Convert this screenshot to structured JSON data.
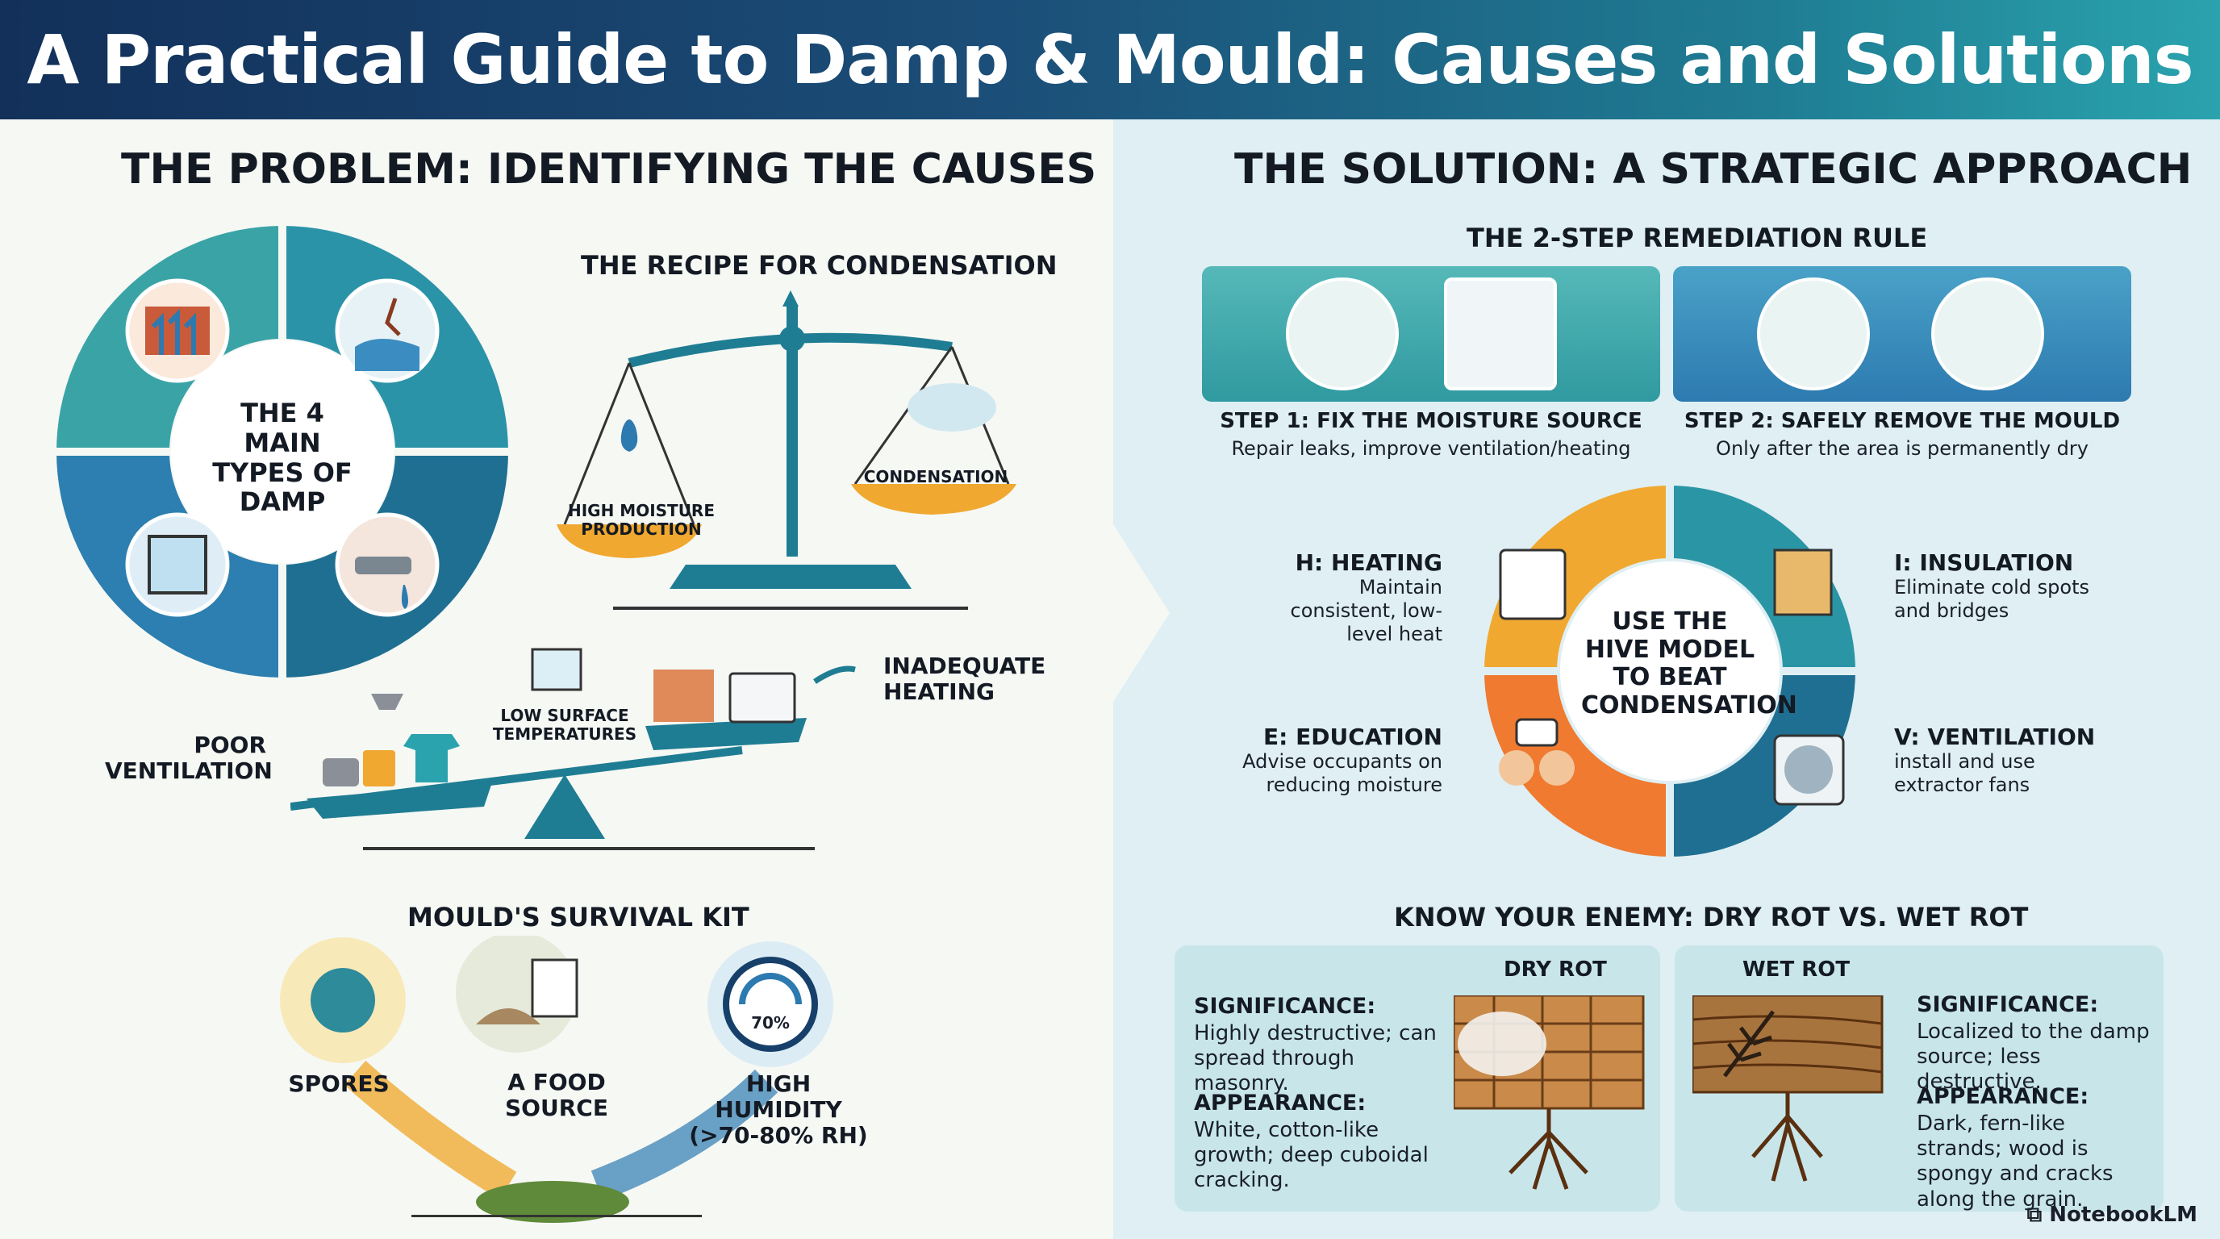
{
  "header": {
    "title": "A Practical Guide to Damp & Mould: Causes and Solutions"
  },
  "problem": {
    "title": "THE PROBLEM: IDENTIFYING THE CAUSES",
    "damp_wheel": {
      "center": "THE 4 MAIN TYPES OF DAMP"
    },
    "condensation": {
      "title": "THE RECIPE FOR CONDENSATION",
      "pan_left": "HIGH MOISTURE PRODUCTION",
      "pan_right": "CONDENSATION",
      "poor_ventilation": "POOR VENTILATION",
      "low_surface": "LOW SURFACE TEMPERATURES",
      "inadequate_heating": "INADEQUATE HEATING"
    },
    "survival_kit": {
      "title": "MOULD'S SURVIVAL KIT",
      "spores": "SPORES",
      "food": "A FOOD SOURCE",
      "humidity": "HIGH HUMIDITY (>70-80% RH)",
      "gauge": "70%"
    }
  },
  "solution": {
    "title": "THE SOLUTION: A STRATEGIC APPROACH",
    "remediation": {
      "title": "THE 2-STEP REMEDIATION RULE",
      "step1_title": "STEP 1: FIX THE MOISTURE SOURCE",
      "step1_desc": "Repair leaks, improve ventilation/heating",
      "step2_title": "STEP 2: SAFELY REMOVE THE MOULD",
      "step2_desc": "Only after the area is permanently dry"
    },
    "hive": {
      "center": "USE THE HIVE MODEL TO BEAT CONDENSATION",
      "h_title": "H: HEATING",
      "h_desc": "Maintain consistent, low-level heat",
      "i_title": "I: INSULATION",
      "i_desc": "Eliminate cold spots and bridges",
      "v_title": "V: VENTILATION",
      "v_desc": "install and use extractor fans",
      "e_title": "E: EDUCATION",
      "e_desc": "Advise occupants on reducing moisture"
    },
    "rot": {
      "title": "KNOW YOUR ENEMY: DRY ROT VS. WET ROT",
      "dry_title": "DRY ROT",
      "dry_sig_label": "SIGNIFICANCE:",
      "dry_sig": "Highly destructive; can spread through masonry.",
      "dry_app_label": "APPEARANCE:",
      "dry_app": "White, cotton-like growth; deep cuboidal cracking.",
      "wet_title": "WET ROT",
      "wet_sig_label": "SIGNIFICANCE:",
      "wet_sig": "Localized to the damp source; less destructive.",
      "wet_app_label": "APPEARANCE:",
      "wet_app": "Dark, fern-like strands; wood is spongy and cracks along the grain."
    }
  },
  "footer": {
    "brand": "NotebookLM"
  }
}
